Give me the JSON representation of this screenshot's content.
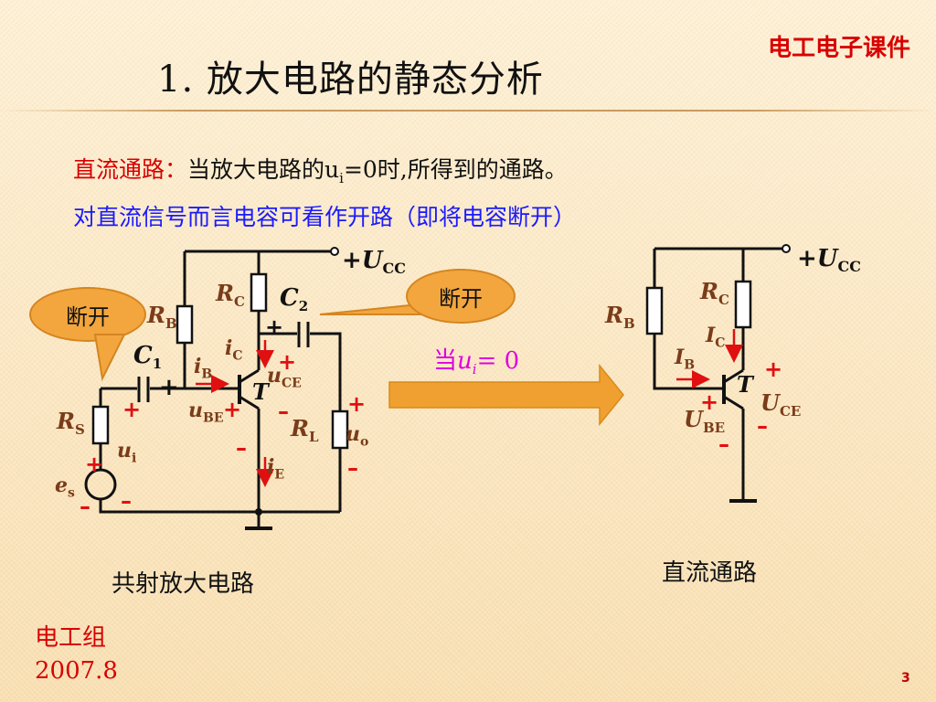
{
  "slide": {
    "title": "1. 放大电路的静态分析",
    "courseware": "电工电子课件",
    "line1_label": "直流通路：",
    "line1_pre": "当放大电路的u",
    "line1_sub": "i",
    "line1_post": "=0时,所得到的通路。",
    "line2": "对直流信号而言电容可看作开路（即将电容断开）",
    "bubble_left": "断开",
    "bubble_right": "断开",
    "arrow_label_pre": "当",
    "arrow_label_var": "u",
    "arrow_label_sub": "i",
    "arrow_label_post": "= 0",
    "caption_left": "共射放大电路",
    "caption_right": "直流通路",
    "footer_line1": "电工组",
    "footer_line2": "2007.8",
    "page_number": "3"
  },
  "circuit_left": {
    "vcc": "U",
    "vcc_sub": "CC",
    "rc": "R",
    "rc_sub": "C",
    "rb": "R",
    "rb_sub": "B",
    "c1": "C",
    "c1_sub": "1",
    "c2": "C",
    "c2_sub": "2",
    "ic": "i",
    "ic_sub": "C",
    "ib": "i",
    "ib_sub": "B",
    "uce": "u",
    "uce_sub": "CE",
    "ube": "u",
    "ube_sub": "BE",
    "transistor": "T",
    "rs": "R",
    "rs_sub": "S",
    "rl": "R",
    "rl_sub": "L",
    "ui": "u",
    "ui_sub": "i",
    "uo": "u",
    "uo_sub": "o",
    "ie": "i",
    "ie_sub": "E",
    "es": "e",
    "es_sub": "s"
  },
  "circuit_right": {
    "vcc": "U",
    "vcc_sub": "CC",
    "rb": "R",
    "rb_sub": "B",
    "rc": "R",
    "rc_sub": "C",
    "ic": "I",
    "ic_sub": "C",
    "ib": "I",
    "ib_sub": "B",
    "transistor": "T",
    "uce": "U",
    "uce_sub": "CE",
    "ube": "U",
    "ube_sub": "BE"
  },
  "colors": {
    "accent_red": "#d80000",
    "blue_text": "#1a1aff",
    "magenta": "#e000e0",
    "bubble": "#f3a63d",
    "arrow": "#f0a030",
    "label_brown": "#7a3c1a"
  }
}
